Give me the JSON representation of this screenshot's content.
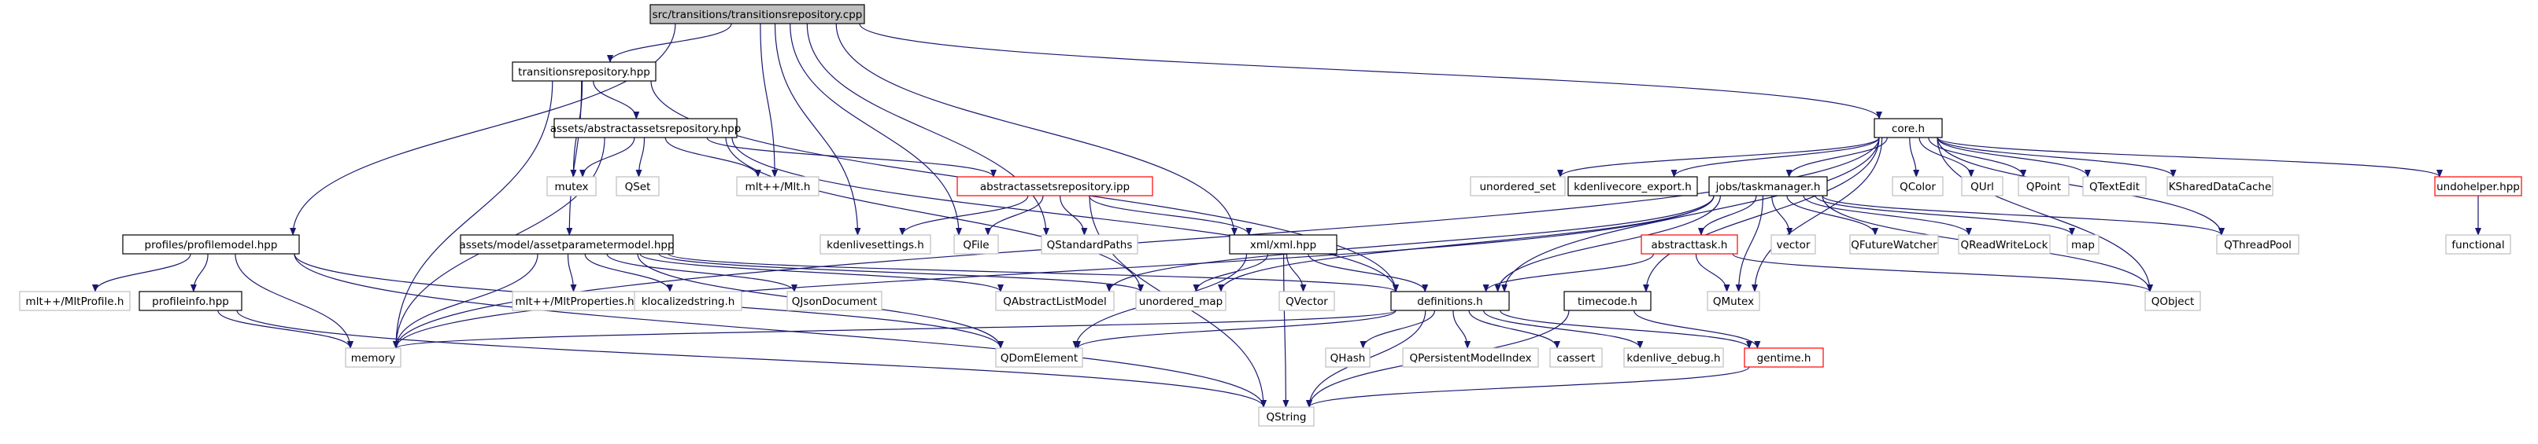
{
  "title": "src/transitions/transitionsrepository.cpp",
  "colors": {
    "edge": "#191970",
    "node_border": "#000000",
    "leaf_border": "#bfbfbf",
    "missing_border": "#ff0000",
    "root_fill": "#bfbfbf",
    "node_fill": "#ffffff"
  },
  "nodes": [
    {
      "id": "root",
      "label": "src/transitions/transitionsrepository.cpp",
      "kind": "root"
    },
    {
      "id": "trhpp",
      "label": "transitionsrepository.hpp",
      "kind": "normal"
    },
    {
      "id": "core",
      "label": "core.h",
      "kind": "normal"
    },
    {
      "id": "aarepo",
      "label": "assets/abstractassetsrepository.hpp",
      "kind": "normal"
    },
    {
      "id": "pm",
      "label": "profiles/profilemodel.hpp",
      "kind": "normal"
    },
    {
      "id": "apm",
      "label": "assets/model/assetparametermodel.hpp",
      "kind": "normal"
    },
    {
      "id": "aaipp",
      "label": "abstractassetsrepository.ipp",
      "kind": "missing"
    },
    {
      "id": "xml",
      "label": "xml/xml.hpp",
      "kind": "normal"
    },
    {
      "id": "tm",
      "label": "jobs/taskmanager.h",
      "kind": "normal"
    },
    {
      "id": "kexp",
      "label": "kdenlivecore_export.h",
      "kind": "normal"
    },
    {
      "id": "undo",
      "label": "undohelper.hpp",
      "kind": "missing"
    },
    {
      "id": "at",
      "label": "abstracttask.h",
      "kind": "missing"
    },
    {
      "id": "def",
      "label": "definitions.h",
      "kind": "normal"
    },
    {
      "id": "tc",
      "label": "timecode.h",
      "kind": "normal"
    },
    {
      "id": "pinfo",
      "label": "profileinfo.hpp",
      "kind": "normal"
    },
    {
      "id": "gt",
      "label": "gentime.h",
      "kind": "missing"
    },
    {
      "id": "mutex",
      "label": "mutex",
      "kind": "leaf"
    },
    {
      "id": "qset",
      "label": "QSet",
      "kind": "leaf"
    },
    {
      "id": "mltmlt",
      "label": "mlt++/Mlt.h",
      "kind": "leaf"
    },
    {
      "id": "kset",
      "label": "kdenlivesettings.h",
      "kind": "leaf"
    },
    {
      "id": "qfile",
      "label": "QFile",
      "kind": "leaf"
    },
    {
      "id": "qsp",
      "label": "QStandardPaths",
      "kind": "leaf"
    },
    {
      "id": "uset",
      "label": "unordered_set",
      "kind": "leaf"
    },
    {
      "id": "qcolor",
      "label": "QColor",
      "kind": "leaf"
    },
    {
      "id": "qurl",
      "label": "QUrl",
      "kind": "leaf"
    },
    {
      "id": "qpoint",
      "label": "QPoint",
      "kind": "leaf"
    },
    {
      "id": "qtedit",
      "label": "QTextEdit",
      "kind": "leaf"
    },
    {
      "id": "kshared",
      "label": "KSharedDataCache",
      "kind": "leaf"
    },
    {
      "id": "mltprof",
      "label": "mlt++/MltProfile.h",
      "kind": "leaf"
    },
    {
      "id": "mltprop",
      "label": "mlt++/MltProperties.h",
      "kind": "leaf"
    },
    {
      "id": "kloc",
      "label": "klocalizedstring.h",
      "kind": "leaf"
    },
    {
      "id": "qjson",
      "label": "QJsonDocument",
      "kind": "leaf"
    },
    {
      "id": "qalm",
      "label": "QAbstractListModel",
      "kind": "leaf"
    },
    {
      "id": "umap",
      "label": "unordered_map",
      "kind": "leaf"
    },
    {
      "id": "qvector",
      "label": "QVector",
      "kind": "leaf"
    },
    {
      "id": "vector",
      "label": "vector",
      "kind": "leaf"
    },
    {
      "id": "qfw",
      "label": "QFutureWatcher",
      "kind": "leaf"
    },
    {
      "id": "qrwl",
      "label": "QReadWriteLock",
      "kind": "leaf"
    },
    {
      "id": "map",
      "label": "map",
      "kind": "leaf"
    },
    {
      "id": "qtp",
      "label": "QThreadPool",
      "kind": "leaf"
    },
    {
      "id": "func",
      "label": "functional",
      "kind": "leaf"
    },
    {
      "id": "qmutex",
      "label": "QMutex",
      "kind": "leaf"
    },
    {
      "id": "qobject",
      "label": "QObject",
      "kind": "leaf"
    },
    {
      "id": "memory",
      "label": "memory",
      "kind": "leaf"
    },
    {
      "id": "qdom",
      "label": "QDomElement",
      "kind": "leaf"
    },
    {
      "id": "qhash",
      "label": "QHash",
      "kind": "leaf"
    },
    {
      "id": "qpmi",
      "label": "QPersistentModelIndex",
      "kind": "leaf"
    },
    {
      "id": "cassert",
      "label": "cassert",
      "kind": "leaf"
    },
    {
      "id": "kdbg",
      "label": "kdenlive_debug.h",
      "kind": "leaf"
    },
    {
      "id": "qstring",
      "label": "QString",
      "kind": "leaf"
    }
  ],
  "edges": [
    [
      "root",
      "trhpp"
    ],
    [
      "root",
      "core"
    ],
    [
      "root",
      "pm"
    ],
    [
      "root",
      "mltmlt"
    ],
    [
      "root",
      "kset"
    ],
    [
      "root",
      "qfile"
    ],
    [
      "root",
      "qsp"
    ],
    [
      "root",
      "xml"
    ],
    [
      "trhpp",
      "aarepo"
    ],
    [
      "trhpp",
      "mutex"
    ],
    [
      "trhpp",
      "memory"
    ],
    [
      "trhpp",
      "apm"
    ],
    [
      "trhpp",
      "def"
    ],
    [
      "aarepo",
      "mutex"
    ],
    [
      "aarepo",
      "qset"
    ],
    [
      "aarepo",
      "mltmlt"
    ],
    [
      "aarepo",
      "aaipp"
    ],
    [
      "aarepo",
      "memory"
    ],
    [
      "aarepo",
      "def"
    ],
    [
      "aarepo",
      "umap"
    ],
    [
      "aaipp",
      "kset"
    ],
    [
      "aaipp",
      "qfile"
    ],
    [
      "aaipp",
      "qsp"
    ],
    [
      "aaipp",
      "xml"
    ],
    [
      "aaipp",
      "qstring"
    ],
    [
      "core",
      "uset"
    ],
    [
      "core",
      "kexp"
    ],
    [
      "core",
      "tm"
    ],
    [
      "core",
      "qcolor"
    ],
    [
      "core",
      "qurl"
    ],
    [
      "core",
      "qpoint"
    ],
    [
      "core",
      "qtedit"
    ],
    [
      "core",
      "kshared"
    ],
    [
      "core",
      "undo"
    ],
    [
      "core",
      "qtp"
    ],
    [
      "core",
      "qobject"
    ],
    [
      "core",
      "memory"
    ],
    [
      "core",
      "def"
    ],
    [
      "core",
      "tc"
    ],
    [
      "core",
      "qmutex"
    ],
    [
      "undo",
      "func"
    ],
    [
      "tm",
      "at"
    ],
    [
      "tm",
      "vector"
    ],
    [
      "tm",
      "qfw"
    ],
    [
      "tm",
      "qrwl"
    ],
    [
      "tm",
      "map"
    ],
    [
      "tm",
      "qtp"
    ],
    [
      "tm",
      "qobject"
    ],
    [
      "tm",
      "def"
    ],
    [
      "tm",
      "qmutex"
    ],
    [
      "tm",
      "umap"
    ],
    [
      "tm",
      "memory"
    ],
    [
      "tm",
      "qalm"
    ],
    [
      "at",
      "qmutex"
    ],
    [
      "at",
      "qobject"
    ],
    [
      "at",
      "def"
    ],
    [
      "pm",
      "mltprof"
    ],
    [
      "pm",
      "pinfo"
    ],
    [
      "pm",
      "memory"
    ],
    [
      "pm",
      "qdom"
    ],
    [
      "pm",
      "qstring"
    ],
    [
      "pinfo",
      "memory"
    ],
    [
      "pinfo",
      "qstring"
    ],
    [
      "apm",
      "mltprop"
    ],
    [
      "apm",
      "kloc"
    ],
    [
      "apm",
      "qjson"
    ],
    [
      "apm",
      "qalm"
    ],
    [
      "apm",
      "memory"
    ],
    [
      "apm",
      "qdom"
    ],
    [
      "apm",
      "umap"
    ],
    [
      "apm",
      "def"
    ],
    [
      "xml",
      "qvector"
    ],
    [
      "xml",
      "umap"
    ],
    [
      "xml",
      "qdom"
    ],
    [
      "xml",
      "qstring"
    ],
    [
      "xml",
      "def"
    ],
    [
      "def",
      "memory"
    ],
    [
      "def",
      "qdom"
    ],
    [
      "def",
      "qhash"
    ],
    [
      "def",
      "qpmi"
    ],
    [
      "def",
      "cassert"
    ],
    [
      "def",
      "kdbg"
    ],
    [
      "def",
      "gt"
    ],
    [
      "def",
      "qstring"
    ],
    [
      "tc",
      "gt"
    ],
    [
      "tc",
      "qstring"
    ],
    [
      "gt",
      "qstring"
    ]
  ]
}
